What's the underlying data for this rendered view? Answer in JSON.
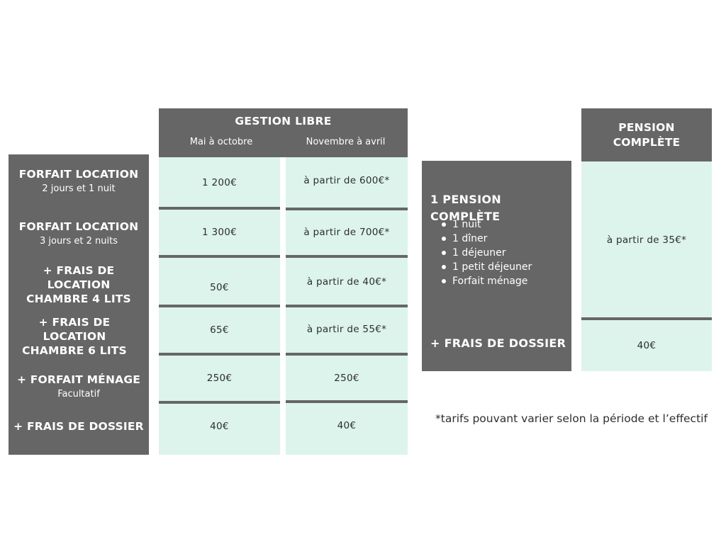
{
  "gestion": {
    "title": "GESTION LIBRE",
    "col1_header": "Mai à octobre",
    "col2_header": "Novembre à avril"
  },
  "rows": [
    {
      "label": "FORFAIT LOCATION",
      "sub": "2 jours et 1 nuit",
      "col1": "1 200€",
      "col2": "à partir de 600€*"
    },
    {
      "label": "FORFAIT LOCATION",
      "sub": "3 jours et 2 nuits",
      "col1": "1 300€",
      "col2": "à partir de 700€*"
    },
    {
      "label": "+ FRAIS DE LOCATION CHAMBRE 4 LITS",
      "sub": "",
      "col1": "50€",
      "col2": "à partir de 40€*"
    },
    {
      "label": "+ FRAIS DE LOCATION CHAMBRE 6 LITS",
      "sub": "",
      "col1": "65€",
      "col2": "à partir de 55€*"
    },
    {
      "label": "+ FORFAIT MÉNAGE",
      "sub": "Facultatif",
      "col1": "250€",
      "col2": "250€"
    },
    {
      "label": "+ FRAIS DE DOSSIER",
      "sub": "",
      "col1": "40€",
      "col2": "40€"
    }
  ],
  "pension": {
    "header": "PENSION COMPLÈTE",
    "title": "1 PENSION COMPLÈTE",
    "items": [
      "1 nuit",
      "1 dîner",
      "1 déjeuner",
      "1 petit déjeuner",
      "Forfait ménage"
    ],
    "dossier_label": "+ FRAIS DE DOSSIER",
    "price": "à partir de 35€*",
    "dossier_price": "40€"
  },
  "footnote": "*tarifs pouvant varier selon la période et l’effectif",
  "colors": {
    "dark": "#666666",
    "mint": "#dcf4ec",
    "text": "#2e2e2e"
  }
}
